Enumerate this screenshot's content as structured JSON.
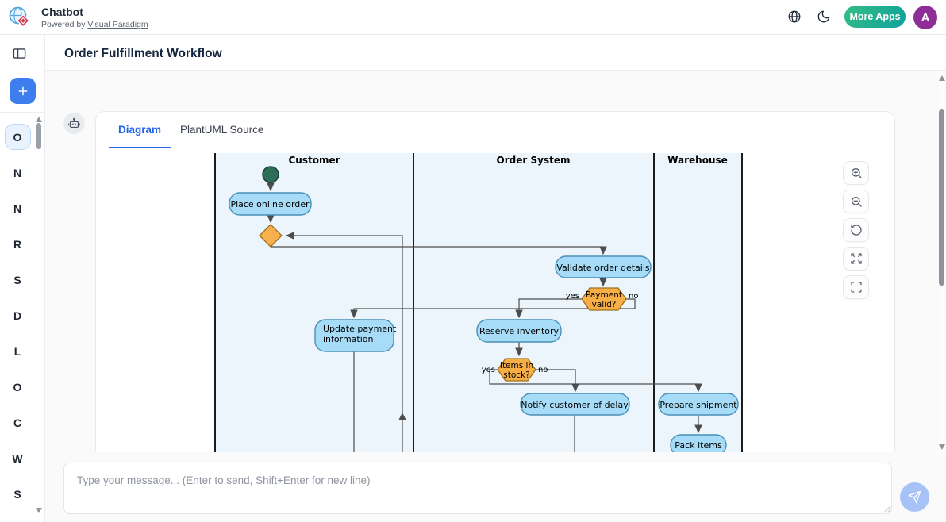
{
  "header": {
    "app_title": "Chatbot",
    "powered_by_prefix": "Powered by ",
    "powered_by_link": "Visual Paradigm",
    "more_apps_label": "More Apps",
    "avatar_initial": "A"
  },
  "page": {
    "title": "Order Fulfillment Workflow"
  },
  "sidebar": {
    "items": [
      {
        "label": "O",
        "selected": true
      },
      {
        "label": "N"
      },
      {
        "label": "N"
      },
      {
        "label": "R"
      },
      {
        "label": "S"
      },
      {
        "label": "D"
      },
      {
        "label": "L"
      },
      {
        "label": "O"
      },
      {
        "label": "C"
      },
      {
        "label": "W"
      },
      {
        "label": "S"
      }
    ]
  },
  "message": {
    "tabs": [
      {
        "label": "Diagram",
        "active": true
      },
      {
        "label": "PlantUML Source",
        "active": false
      }
    ]
  },
  "diagram": {
    "lanes": [
      "Customer",
      "Order System",
      "Warehouse"
    ],
    "nodes": {
      "place_order": "Place online order",
      "validate_order": "Validate order details",
      "payment_valid_line1": "Payment",
      "payment_valid_line2": "valid?",
      "reserve_inventory": "Reserve inventory",
      "items_stock_line1": "Items in",
      "items_stock_line2": "stock?",
      "notify_delay": "Notify customer of delay",
      "prepare_shipment": "Prepare shipment",
      "pack_items": "Pack items",
      "update_payment_line1": "Update payment",
      "update_payment_line2": "information"
    },
    "branch_labels": {
      "yes": "yes",
      "no": "no"
    }
  },
  "composer": {
    "placeholder": "Type your message... (Enter to send, Shift+Enter for new line)"
  },
  "icons": [
    "globe-icon",
    "dark-mode-moon-icon",
    "sidebar-toggle-icon",
    "plus-icon",
    "bot-icon",
    "zoom-in-icon",
    "zoom-out-icon",
    "reset-view-icon",
    "expand-icon",
    "fullscreen-icon",
    "send-icon",
    "resize-handle-icon",
    "scroll-up-icon",
    "scroll-down-icon"
  ],
  "colors": {
    "accent": "#2563eb",
    "more_apps_gradient_start": "#35bd86",
    "more_apps_gradient_end": "#0ea29b",
    "avatar_bg": "#8e2d96",
    "send_button": "#a7c2f7",
    "activity_fill": "#a6dcf8",
    "activity_border": "#4a8fb5",
    "decision_fill": "#f7ae45",
    "decision_border": "#9d701e",
    "start_node": "#2d6e57",
    "lane_fill": "#ecf5fc",
    "edge": "#4d4d4d"
  }
}
